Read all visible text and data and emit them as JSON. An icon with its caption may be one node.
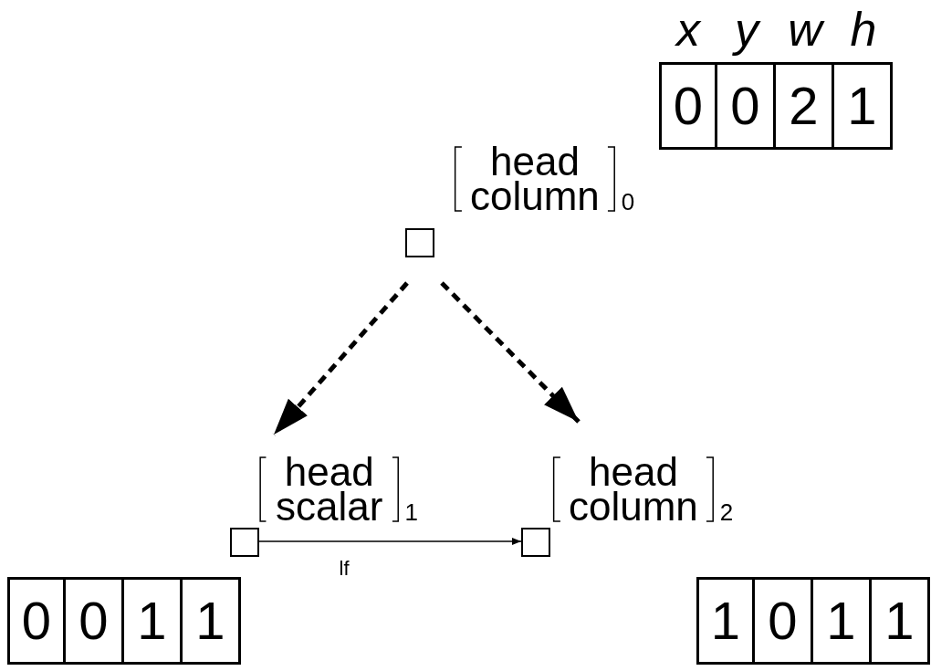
{
  "diagram": {
    "nodes": [
      {
        "text": [],
        "shape": "box",
        "beside": [
          "head",
          "column",
          "0"
        ]
      },
      {
        "text": [],
        "shape": "box",
        "beside": [
          "head",
          "scalar",
          "1"
        ]
      },
      {
        "text": [],
        "shape": "box",
        "beside": [
          "head",
          "column",
          "2"
        ]
      }
    ],
    "edges": [
      {
        "from": 0,
        "to": 1,
        "arrow": "to",
        "style": "dashed"
      },
      {
        "from": 0,
        "to": 2,
        "arrow": "to",
        "style": "dashed"
      },
      {
        "from": 1,
        "to": 2,
        "arrow": "to",
        "label": "lf"
      }
    ],
    "labels": [
      "x",
      "y",
      "w",
      "h",
      "0",
      "0",
      "2",
      "1",
      "0",
      "0",
      "1",
      "1",
      "1",
      "0",
      "1",
      "1"
    ]
  }
}
